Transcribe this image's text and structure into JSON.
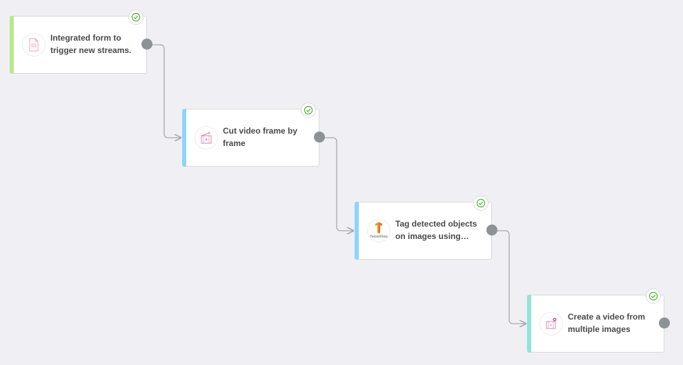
{
  "nodes": [
    {
      "label": "Integrated form to trigger new streams.",
      "accent_color": "#b9e88f",
      "icon": "form-icon",
      "status": "check-icon"
    },
    {
      "label": "Cut video frame by frame",
      "accent_color": "#8fd3fb",
      "icon": "video-frame-icon",
      "status": "check-icon"
    },
    {
      "label": "Tag detected objects on images using TensorFlow",
      "accent_color": "#8fd3fb",
      "icon": "tensorflow-logo-icon",
      "icon_text": "TensorFlow",
      "status": "check-icon"
    },
    {
      "label": "Create a video from multiple images",
      "accent_color": "#92e3d6",
      "icon": "video-create-icon",
      "status": "check-icon"
    }
  ],
  "colors": {
    "background": "#f0f0f4",
    "connector": "#a8a8ae",
    "port": "#8e9296",
    "check": "#52b534"
  }
}
